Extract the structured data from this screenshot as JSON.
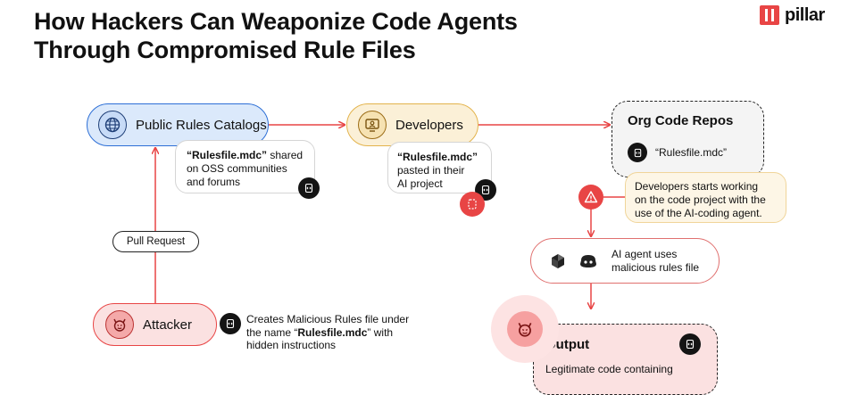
{
  "title": {
    "line1": "How Hackers Can Weaponize Code Agents",
    "line2": "Through Compromised Rule Files"
  },
  "brand": {
    "name": "pillar",
    "color": "#e84545"
  },
  "colors": {
    "accent": "#e84545",
    "catalog": "#2d6fd6",
    "developers": "#e3b34c"
  },
  "nodes": {
    "catalogs": {
      "label": "Public Rules Catalogs",
      "icon": "globe-icon"
    },
    "developers": {
      "label": "Developers",
      "icon": "monitor-user-icon"
    },
    "repos": {
      "label": "Org Code Repos",
      "file": "“Rulesfile.mdc”"
    },
    "attacker": {
      "label": "Attacker",
      "icon": "devil-icon"
    },
    "agent": {
      "line1": "AI agent uses",
      "line2": "malicious rules file"
    },
    "output": {
      "label": "Output",
      "desc": "Legitimate code containing"
    }
  },
  "notes": {
    "shared": {
      "file": "“Rulesfile.mdc”",
      "rest": " shared",
      "line2": "on OSS communities",
      "line3": "and forums"
    },
    "pasted": {
      "file": "“Rulesfile.mdc”",
      "line2": "pasted in their",
      "line3": "AI project"
    },
    "dev_start": {
      "line1": "Developers starts working",
      "line2": "on the code project with the",
      "line3": "use of the AI-coding agent."
    },
    "malicious": {
      "line1": "Creates Malicious Rules file under",
      "line2_pre": "the name “",
      "file": "Rulesfile.mdc",
      "line2_post": "” with",
      "line3": "hidden instructions"
    }
  },
  "pull_request": "Pull Request"
}
